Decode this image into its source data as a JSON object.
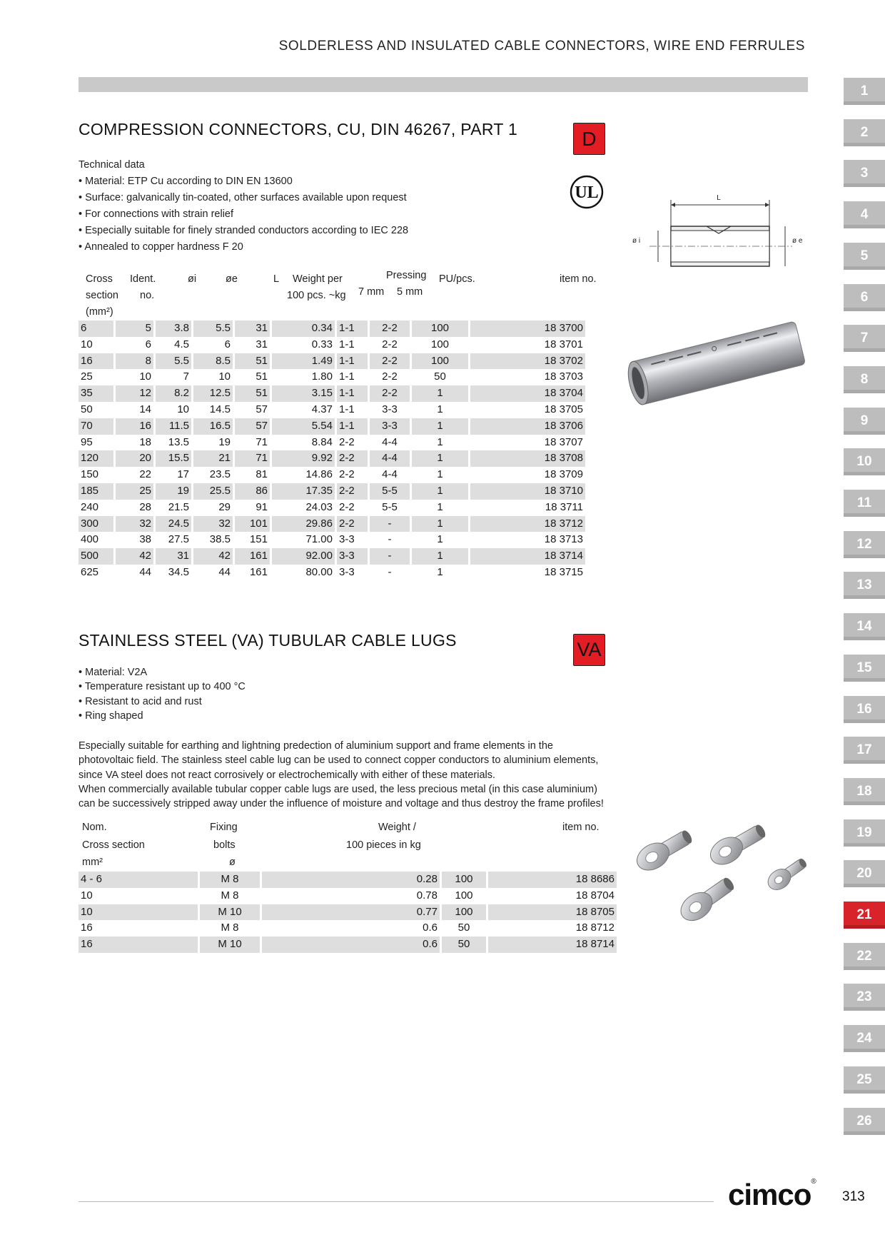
{
  "header": {
    "title": "SOLDERLESS AND INSULATED CABLE CONNECTORS, WIRE END FERRULES"
  },
  "section1": {
    "title": "COMPRESSION CONNECTORS, CU, DIN 46267, PART 1",
    "badge": "D",
    "ul_mark": "UL",
    "tech_label": "Technical data",
    "bullets": [
      "Material: ETP Cu according to DIN EN 13600",
      "Surface: galvanically tin-coated, other surfaces available upon request",
      "For connections with strain relief",
      "Especially suitable for finely stranded conductors according to IEC 228",
      "Annealed to copper hardness F 20"
    ],
    "diagram": {
      "length_label": "L",
      "inner_label": "ø i",
      "outer_label": "ø e"
    },
    "table": {
      "headers": {
        "cross_1": "Cross",
        "cross_2": "section",
        "cross_3": "(mm²)",
        "ident_1": "Ident.",
        "ident_2": "no.",
        "oi": "øi",
        "oe": "øe",
        "L": "L",
        "weight_1": "Weight per",
        "weight_2": "100 pcs. ~kg",
        "pressing": "Pressing",
        "p7": "7 mm",
        "p5": "5 mm",
        "pu": "PU/pcs.",
        "item": "item no."
      },
      "rows": [
        [
          "6",
          "5",
          "3.8",
          "5.5",
          "31",
          "0.34",
          "1-1",
          "2-2",
          "100",
          "18 3700"
        ],
        [
          "10",
          "6",
          "4.5",
          "6",
          "31",
          "0.33",
          "1-1",
          "2-2",
          "100",
          "18 3701"
        ],
        [
          "16",
          "8",
          "5.5",
          "8.5",
          "51",
          "1.49",
          "1-1",
          "2-2",
          "100",
          "18 3702"
        ],
        [
          "25",
          "10",
          "7",
          "10",
          "51",
          "1.80",
          "1-1",
          "2-2",
          "50",
          "18 3703"
        ],
        [
          "35",
          "12",
          "8.2",
          "12.5",
          "51",
          "3.15",
          "1-1",
          "2-2",
          "1",
          "18 3704"
        ],
        [
          "50",
          "14",
          "10",
          "14.5",
          "57",
          "4.37",
          "1-1",
          "3-3",
          "1",
          "18 3705"
        ],
        [
          "70",
          "16",
          "11.5",
          "16.5",
          "57",
          "5.54",
          "1-1",
          "3-3",
          "1",
          "18 3706"
        ],
        [
          "95",
          "18",
          "13.5",
          "19",
          "71",
          "8.84",
          "2-2",
          "4-4",
          "1",
          "18 3707"
        ],
        [
          "120",
          "20",
          "15.5",
          "21",
          "71",
          "9.92",
          "2-2",
          "4-4",
          "1",
          "18 3708"
        ],
        [
          "150",
          "22",
          "17",
          "23.5",
          "81",
          "14.86",
          "2-2",
          "4-4",
          "1",
          "18 3709"
        ],
        [
          "185",
          "25",
          "19",
          "25.5",
          "86",
          "17.35",
          "2-2",
          "5-5",
          "1",
          "18 3710"
        ],
        [
          "240",
          "28",
          "21.5",
          "29",
          "91",
          "24.03",
          "2-2",
          "5-5",
          "1",
          "18 3711"
        ],
        [
          "300",
          "32",
          "24.5",
          "32",
          "101",
          "29.86",
          "2-2",
          "-",
          "1",
          "18 3712"
        ],
        [
          "400",
          "38",
          "27.5",
          "38.5",
          "151",
          "71.00",
          "3-3",
          "-",
          "1",
          "18 3713"
        ],
        [
          "500",
          "42",
          "31",
          "42",
          "161",
          "92.00",
          "3-3",
          "-",
          "1",
          "18 3714"
        ],
        [
          "625",
          "44",
          "34.5",
          "44",
          "161",
          "80.00",
          "3-3",
          "-",
          "1",
          "18 3715"
        ]
      ]
    }
  },
  "section2": {
    "title": "STAINLESS STEEL (VA) TUBULAR CABLE LUGS",
    "badge": "VA",
    "bullets": [
      "Material: V2A",
      "Temperature resistant up to 400 °C",
      "Resistant to acid and rust",
      "Ring shaped"
    ],
    "paragraph": [
      "Especially suitable for earthing and lightning predection of aluminium support and frame elements in the",
      "photovoltaic field. The stainless steel cable lug can be used to connect copper conductors to aluminium elements,",
      "since VA steel does not react corrosively or electrochemically with either of these materials.",
      "When commercially available tubular copper cable lugs are used, the less precious metal (in this case aluminium)",
      "can be successively stripped away under the influence of moisture and voltage and thus destroy the frame profiles!"
    ],
    "table": {
      "headers": {
        "nom_1": "Nom.",
        "nom_2": "Cross section",
        "nom_3": "mm²",
        "fix_1": "Fixing",
        "fix_2": "bolts",
        "fix_3": "ø",
        "w_1": "Weight /",
        "w_2": "100 pieces in kg",
        "item": "item no."
      },
      "rows": [
        [
          "4 - 6",
          "M 8",
          "0.28",
          "100",
          "18 8686"
        ],
        [
          "10",
          "M 8",
          "0.78",
          "100",
          "18 8704"
        ],
        [
          "10",
          "M 10",
          "0.77",
          "100",
          "18 8705"
        ],
        [
          "16",
          "M 8",
          "0.6",
          "50",
          "18 8712"
        ],
        [
          "16",
          "M 10",
          "0.6",
          "50",
          "18 8714"
        ]
      ]
    }
  },
  "tabs": [
    "1",
    "2",
    "3",
    "4",
    "5",
    "6",
    "7",
    "8",
    "9",
    "10",
    "11",
    "12",
    "13",
    "14",
    "15",
    "16",
    "17",
    "18",
    "19",
    "20",
    "21",
    "22",
    "23",
    "24",
    "25",
    "26"
  ],
  "active_tab": "21",
  "footer": {
    "brand": "cimco",
    "registered": "®",
    "page": "313"
  },
  "colors": {
    "accent": "#d8232a",
    "tab_gray": "#bdbdbd",
    "row_shade": "#dedede",
    "bar": "#c9c9c9"
  }
}
